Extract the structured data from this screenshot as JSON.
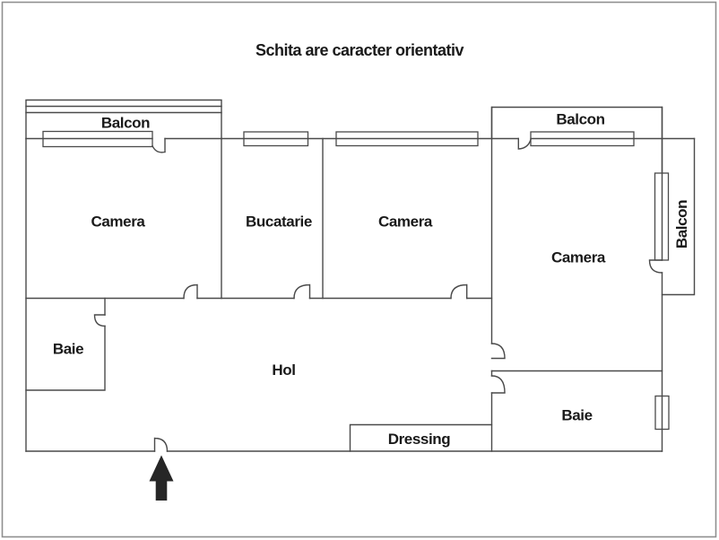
{
  "title": "Schita are caracter orientativ",
  "rooms": {
    "balcon_top_left": "Balcon",
    "camera_left": "Camera",
    "bucatarie": "Bucatarie",
    "camera_middle": "Camera",
    "balcon_top_right": "Balcon",
    "camera_right": "Camera",
    "balcon_right": "Balcon",
    "baie_left": "Baie",
    "hol": "Hol",
    "dressing": "Dressing",
    "baie_right": "Baie"
  },
  "colors": {
    "wall": "#4a4a4a",
    "text": "#1a1a1a",
    "arrow": "#262626",
    "frame": "#8f8f8f",
    "background": "#ffffff"
  }
}
